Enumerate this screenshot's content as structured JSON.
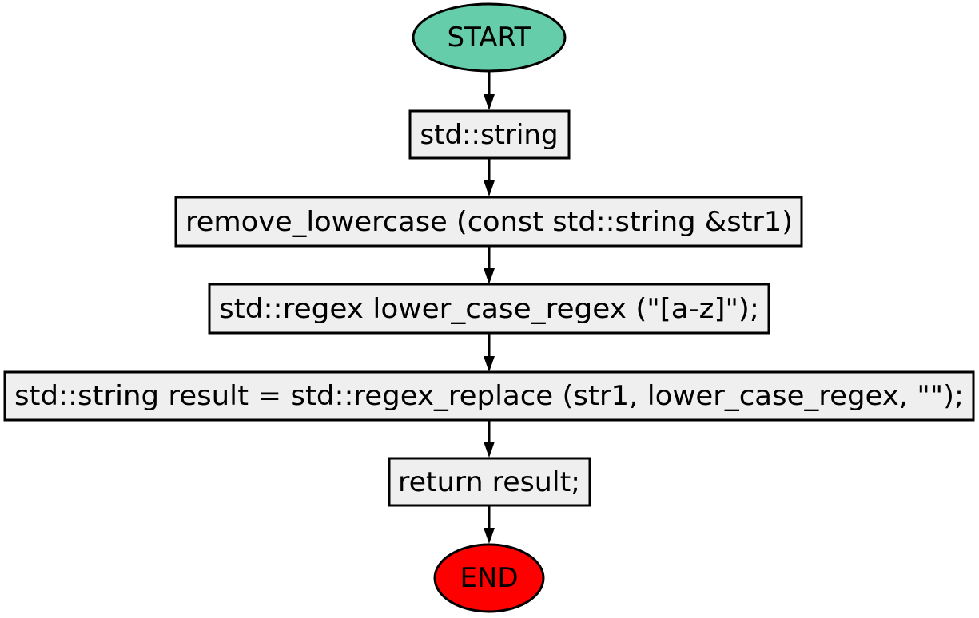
{
  "nodes": [
    {
      "id": "start",
      "label": "START",
      "shape": "ellipse",
      "color": "#66cdaa"
    },
    {
      "id": "step1",
      "label": "std::string",
      "shape": "rect",
      "color": "#efefef"
    },
    {
      "id": "step2",
      "label": "remove_lowercase (const std::string &str1)",
      "shape": "rect",
      "color": "#efefef"
    },
    {
      "id": "step3",
      "label": "std::regex lower_case_regex (\"[a-z]\");",
      "shape": "rect",
      "color": "#efefef"
    },
    {
      "id": "step4",
      "label": "std::string result = std::regex_replace (str1, lower_case_regex, \"\");",
      "shape": "rect",
      "color": "#efefef"
    },
    {
      "id": "step5",
      "label": "return result;",
      "shape": "rect",
      "color": "#efefef"
    },
    {
      "id": "end",
      "label": "END",
      "shape": "ellipse",
      "color": "#ff0000"
    }
  ],
  "edges": [
    {
      "from": "start",
      "to": "step1"
    },
    {
      "from": "step1",
      "to": "step2"
    },
    {
      "from": "step2",
      "to": "step3"
    },
    {
      "from": "step3",
      "to": "step4"
    },
    {
      "from": "step4",
      "to": "step5"
    },
    {
      "from": "step5",
      "to": "end"
    }
  ]
}
